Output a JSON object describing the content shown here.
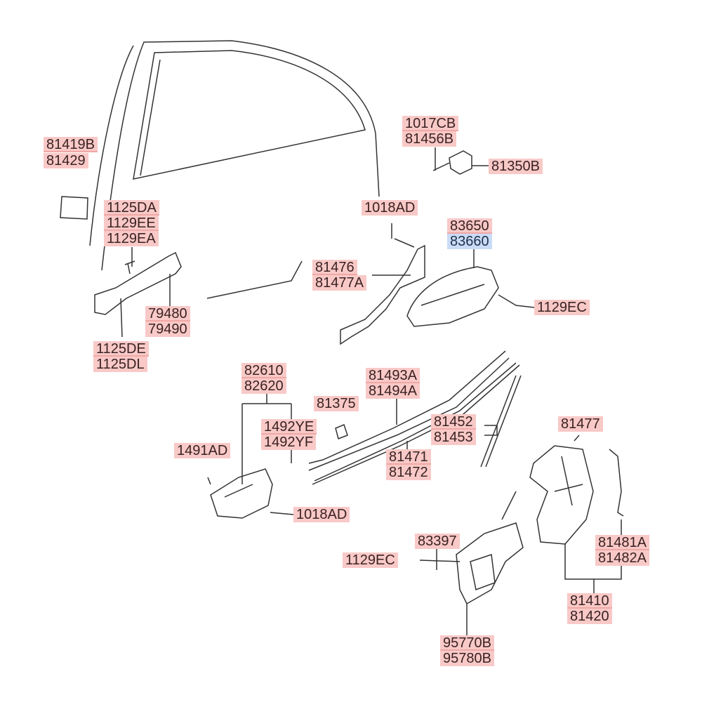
{
  "labels": {
    "p81419B": "81419B",
    "p81429": "81429",
    "p1125DA": "1125DA",
    "p1129EE": "1129EE",
    "p1129EA": "1129EA",
    "p79480": "79480",
    "p79490": "79490",
    "p1125DE": "1125DE",
    "p1125DL": "1125DL",
    "p1017CB": "1017CB",
    "p81456B": "81456B",
    "p81350B": "81350B",
    "p1018AD_a": "1018AD",
    "p83650": "83650",
    "p83660": "83660",
    "p81476": "81476",
    "p81477A": "81477A",
    "p1129EC_a": "1129EC",
    "p82610": "82610",
    "p82620": "82620",
    "p81493A": "81493A",
    "p81494A": "81494A",
    "p81375": "81375",
    "p1492YE": "1492YE",
    "p1492YF": "1492YF",
    "p81452": "81452",
    "p81453": "81453",
    "p1491AD": "1491AD",
    "p81471": "81471",
    "p81472": "81472",
    "p81477": "81477",
    "p1018AD_b": "1018AD",
    "p83397": "83397",
    "p1129EC_b": "1129EC",
    "p81481A": "81481A",
    "p81482A": "81482A",
    "p81410": "81410",
    "p81420": "81420",
    "p95770B": "95770B",
    "p95780B": "95780B"
  },
  "colors": {
    "label_bg": "#f8c9c7",
    "selected_bg": "#c9dcf7"
  }
}
